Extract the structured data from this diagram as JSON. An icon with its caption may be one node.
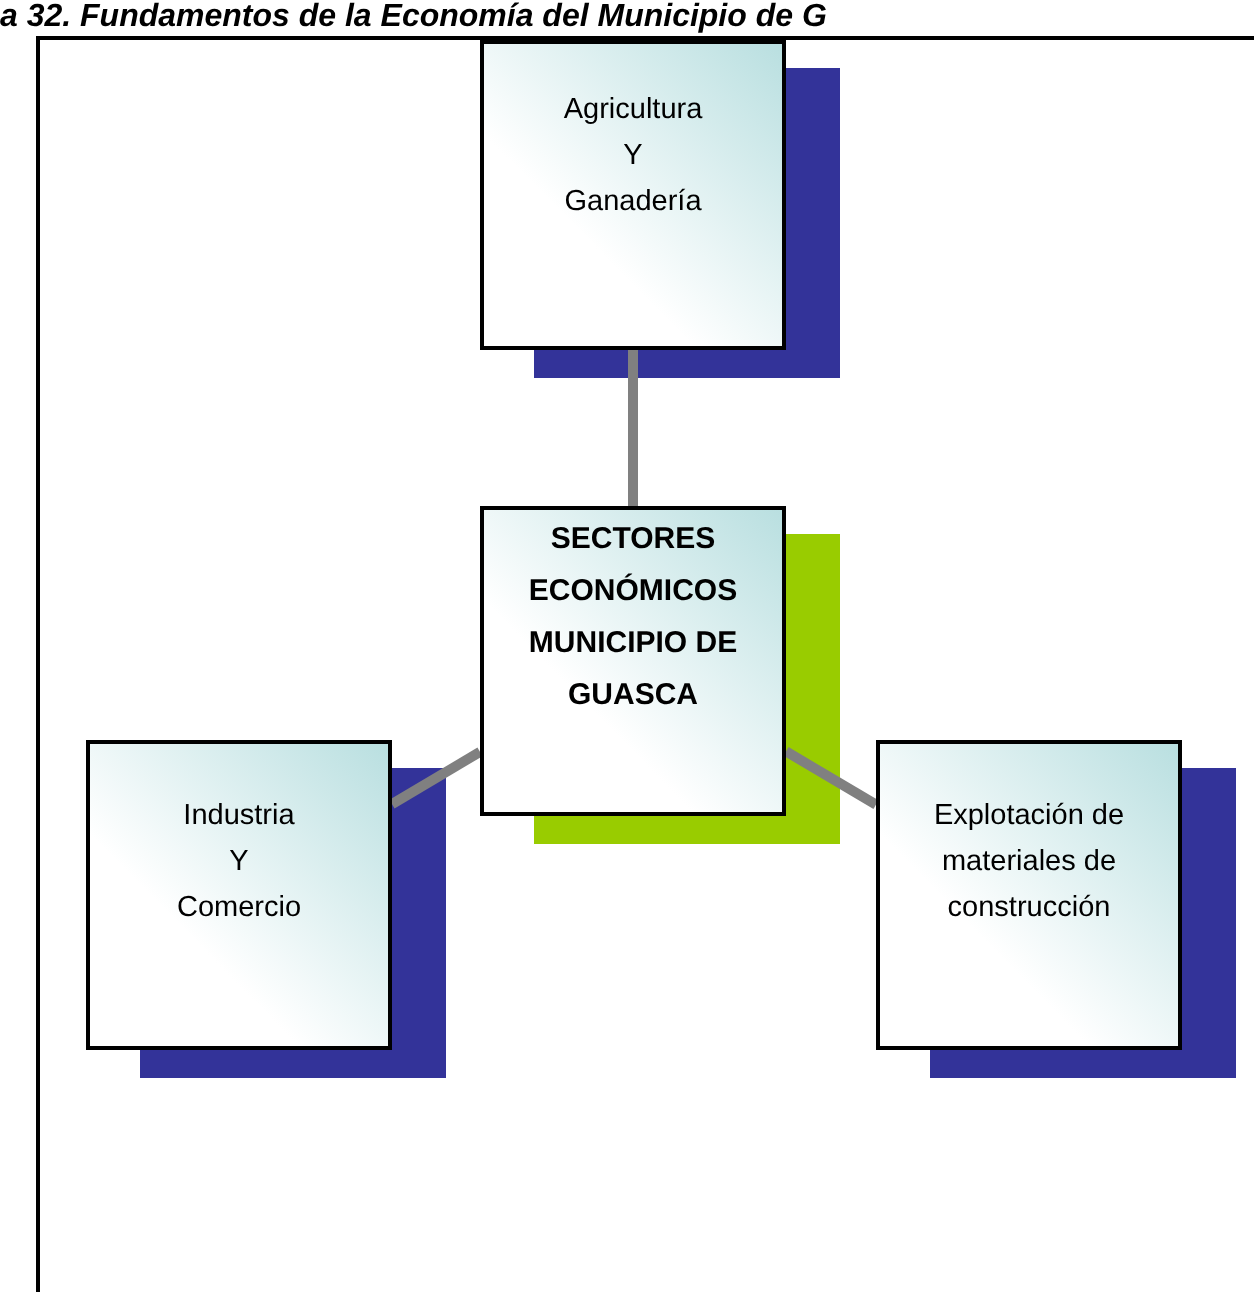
{
  "diagram": {
    "title": "a 32. Fundamentos de la Economía del Municipio de G",
    "nodes": [
      {
        "text": [
          "Agricultura Y Ganadería"
        ]
      },
      {
        "text": [
          "SECTORES ECONÓMICOS MUNICIPIO DE GUASCA"
        ]
      },
      {
        "text": [
          "Industria Y Comercio"
        ]
      },
      {
        "text": [
          "Explotación de materiales de construcción"
        ]
      }
    ],
    "edges": [
      {
        "from": 1,
        "to": 0,
        "arrow": "none"
      },
      {
        "from": 1,
        "to": 2,
        "arrow": "none"
      },
      {
        "from": 1,
        "to": 3,
        "arrow": "none"
      }
    ]
  }
}
